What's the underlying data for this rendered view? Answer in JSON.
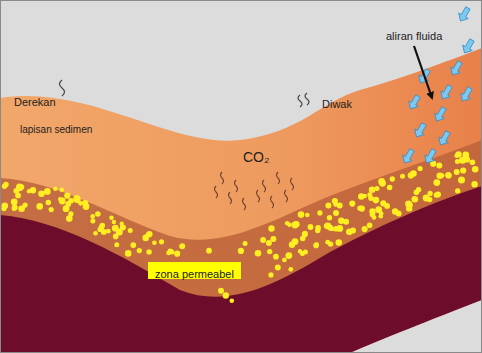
{
  "diagram": {
    "nodes": [
      {
        "text": [
          "zona permeabel"
        ]
      }
    ],
    "labels": [
      "Derekan",
      "Diwak",
      "aliran fluida",
      "lapisan sedimen",
      "CO₂"
    ]
  }
}
